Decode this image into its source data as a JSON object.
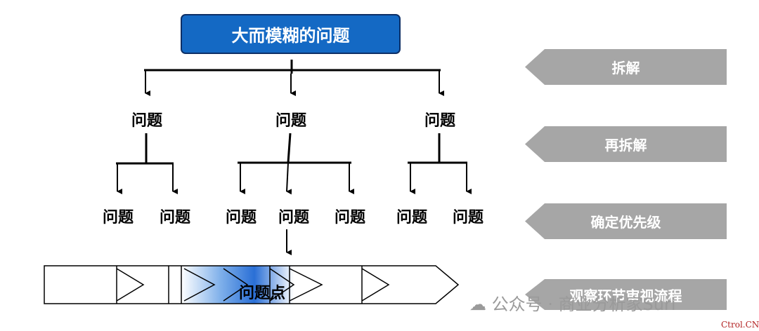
{
  "tree": {
    "root": "大而模糊的问题",
    "level1": [
      "问题",
      "问题",
      "问题"
    ],
    "level2": [
      "问题",
      "问题",
      "问题",
      "问题",
      "问题",
      "问题",
      "问题"
    ],
    "pipeline_label": "问题点"
  },
  "steps": [
    "拆解",
    "再拆解",
    "确定优先级",
    "观察环节审视流程"
  ],
  "watermark": "公众号 · 商业分析家Suri",
  "corner_mark": "Ctrol.CN",
  "colors": {
    "root_fill": "#1469c4",
    "step_fill": "#a6a6a6",
    "highlight": "#2a6fd6"
  }
}
